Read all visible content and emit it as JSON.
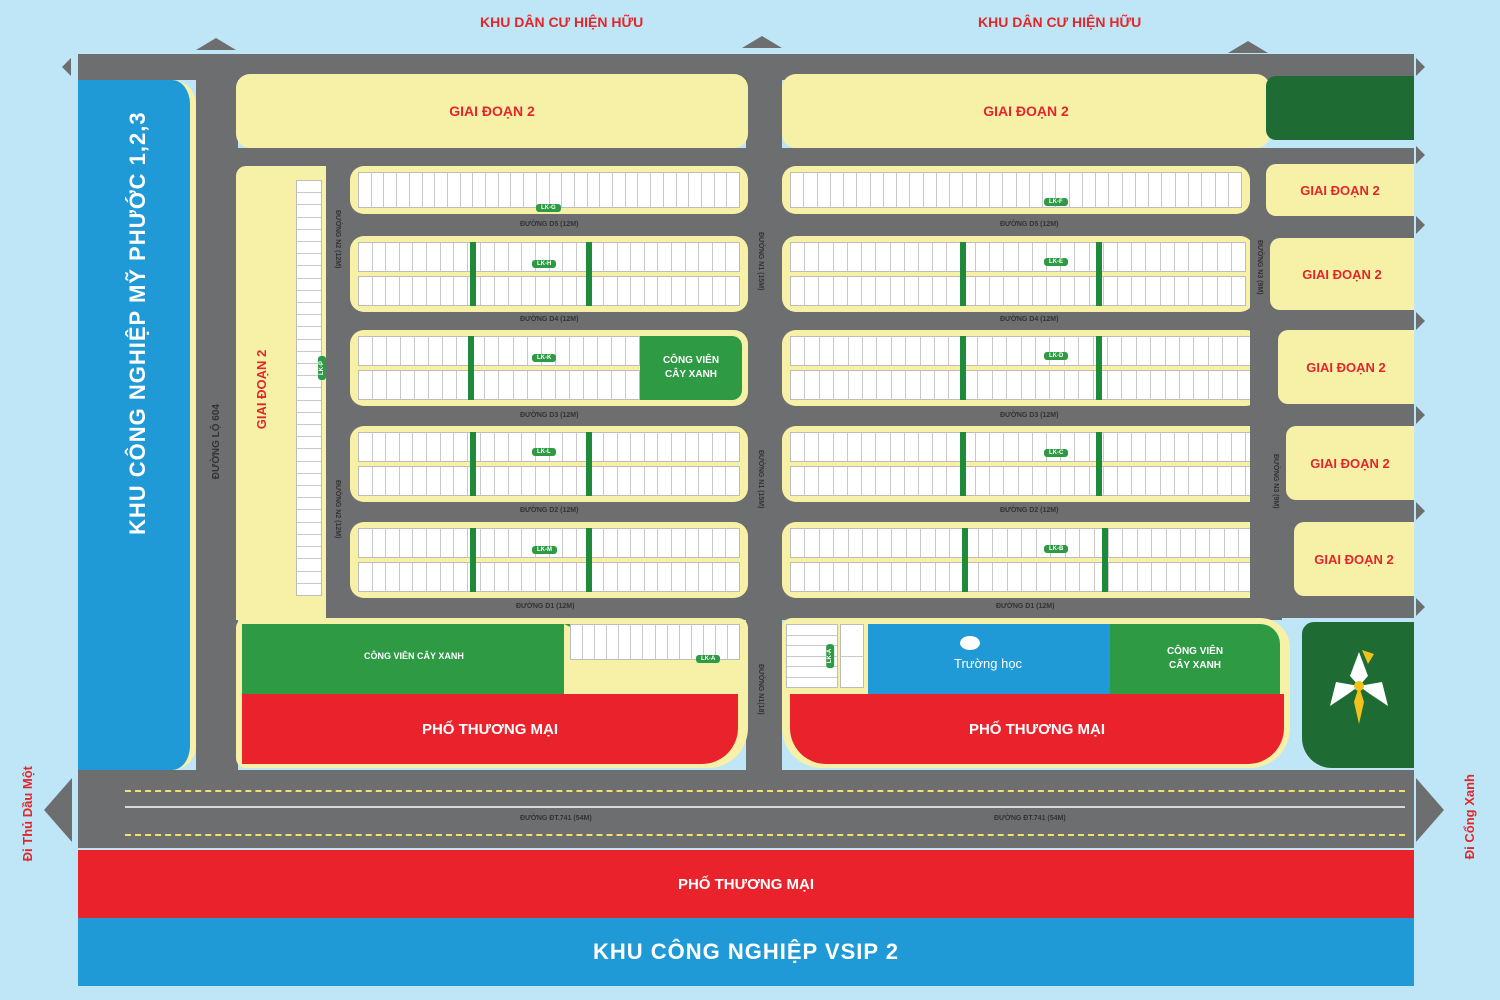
{
  "labels": {
    "existing_north_left": "KHU DÂN CƯ HIỆN HỮU",
    "existing_north_right": "KHU DÂN CƯ HIỆN HỮU",
    "industrial_west": "KHU CÔNG NGHIỆP MỸ PHƯỚC 1,2,3",
    "industrial_south": "KHU CÔNG NGHIỆP VSIP 2",
    "direction_west": "Đi Thủ Dầu Một",
    "direction_east": "Đi Cổng Xanh",
    "phase2": "GIAI ĐOẠN 2",
    "commercial": "PHỐ THƯƠNG MẠI",
    "park_left": "CÔNG VIÊN CÂY XANH",
    "park_mid": "CÔNG VIÊN CÂY XANH",
    "park_right": "CÔNG VIÊN CÂY XANH",
    "school": "Trường học"
  },
  "roads": {
    "d5": "ĐƯỜNG D5 (12M)",
    "d4": "ĐƯỜNG D4 (12M)",
    "d3": "ĐƯỜNG D3 (12M)",
    "d2": "ĐƯỜNG D2 (12M)",
    "d1": "ĐƯỜNG D1 (12M)",
    "n1": "ĐƯỜNG N1 (15M)",
    "n1b": "ĐƯỜNG N1(18)",
    "n2": "ĐƯỜNG N2 (12M)",
    "n3": "ĐƯỜNG N3 (9M)",
    "lo604": "ĐƯỜNG LỘ 604",
    "dt741": "ĐƯỜNG ĐT.741 (54M)"
  },
  "blocks": {
    "lk_g": "LK-G",
    "lk_h": "LK-H",
    "lk_k": "LK-K",
    "lk_l": "LK-L",
    "lk_m": "LK-M",
    "lk_f": "LK-F",
    "lk_e": "LK-E",
    "lk_d": "LK-D",
    "lk_c": "LK-C",
    "lk_b": "LK-B",
    "lk_a": "LK-A",
    "lk_p": "LK-P"
  },
  "colors": {
    "road": "#6d6e70",
    "residential": "#f7f1a8",
    "park": "#2e9a44",
    "commercial": "#e9222b",
    "industrial": "#1f9ad6",
    "text_red": "#e2262a"
  }
}
